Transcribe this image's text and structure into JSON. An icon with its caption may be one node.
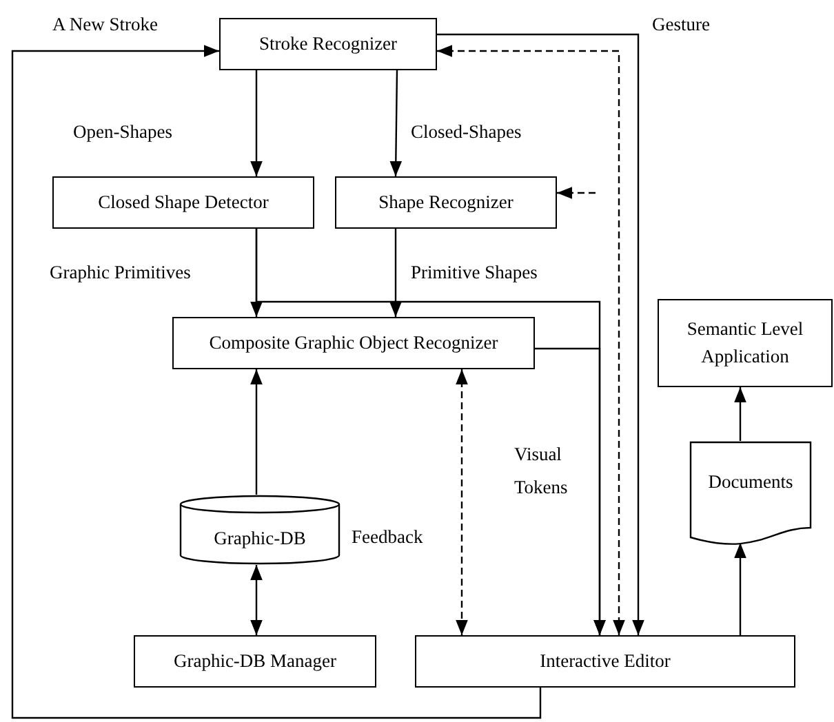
{
  "diagram": {
    "nodes": [
      {
        "text": [
          "Stroke Recognizer"
        ]
      },
      {
        "text": [
          "Closed Shape Detector"
        ]
      },
      {
        "text": [
          "Shape Recognizer"
        ]
      },
      {
        "text": [
          "Semantic Level Application"
        ]
      },
      {
        "text": [
          "Composite Graphic Object Recognizer"
        ]
      },
      {
        "text": [
          "Documents"
        ]
      },
      {
        "text": [
          "Graphic-DB"
        ]
      },
      {
        "text": [
          "Graphic-DB Manager"
        ]
      },
      {
        "text": [
          "Interactive Editor"
        ]
      }
    ],
    "edges": [
      {
        "from": 8,
        "to": 0,
        "arrow": "to",
        "label": "A New Stroke"
      },
      {
        "from": 0,
        "to": 1,
        "arrow": "to",
        "label": "Open-Shapes"
      },
      {
        "from": 0,
        "to": 2,
        "arrow": "to",
        "label": "Closed-Shapes"
      },
      {
        "from": 1,
        "to": 4,
        "arrow": "to",
        "label": "Graphic Primitives"
      },
      {
        "from": 2,
        "to": 4,
        "arrow": "to",
        "label": "Primitive Shapes"
      },
      {
        "from": 1,
        "to": 8,
        "arrow": "to"
      },
      {
        "from": 4,
        "to": 8,
        "arrow": "to",
        "label": "Visual Tokens"
      },
      {
        "from": 0,
        "to": 8,
        "arrow": "to",
        "label": "Gesture"
      },
      {
        "from": 8,
        "to": 0,
        "arrow": "both",
        "style": "dashed"
      },
      {
        "from": null,
        "to": 2,
        "arrow": "to",
        "style": "dashed"
      },
      {
        "from": 4,
        "to": 8,
        "arrow": "both",
        "style": "dashed",
        "label": "Feedback"
      },
      {
        "from": 6,
        "to": 4,
        "arrow": "to"
      },
      {
        "from": 6,
        "to": 7,
        "arrow": "both"
      },
      {
        "from": 8,
        "to": 5,
        "arrow": "to"
      },
      {
        "from": 5,
        "to": 3,
        "arrow": "to"
      }
    ]
  }
}
